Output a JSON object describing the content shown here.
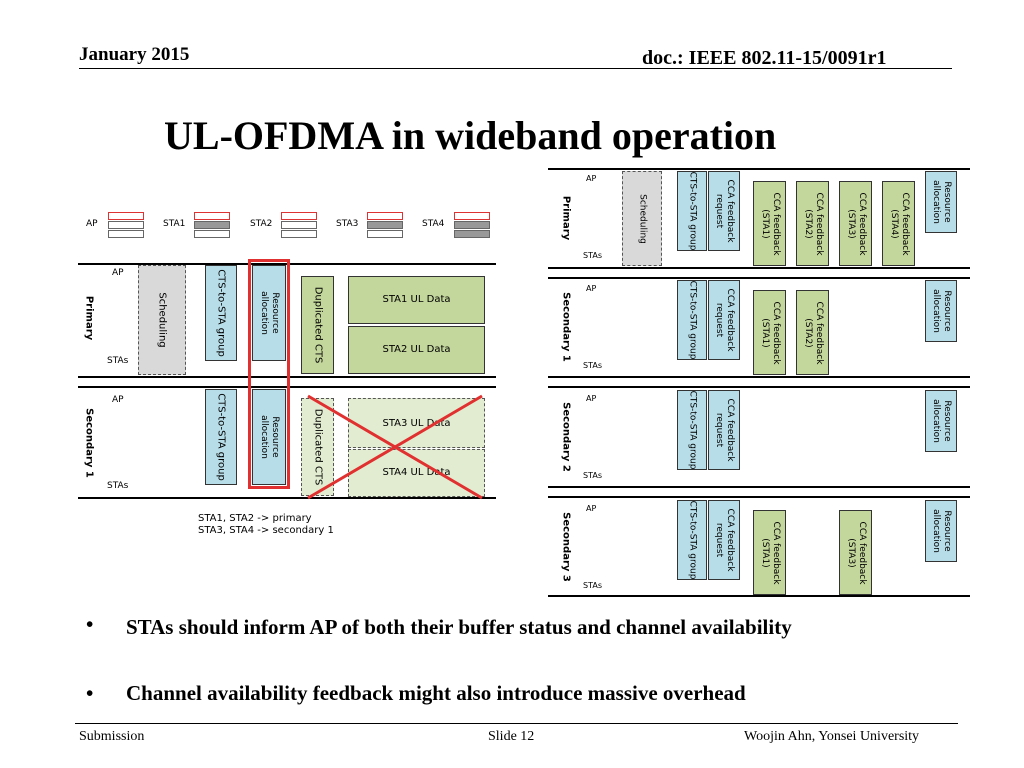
{
  "header": {
    "date": "January 2015",
    "doc": "doc.: IEEE 802.11-15/0091r1"
  },
  "title": "UL-OFDMA in wideband operation",
  "left": {
    "legend": {
      "ap": "AP",
      "sta1": "STA1",
      "sta2": "STA2",
      "sta3": "STA3",
      "sta4": "STA4"
    },
    "primary": {
      "label": "Primary",
      "ap": "AP",
      "stas": "STAs",
      "scheduling": "Scheduling",
      "cts": "CTS-to-STA group",
      "resource": "Resource\nallocation",
      "dup": "Duplicated CTS",
      "data1": "STA1 UL Data",
      "data2": "STA2 UL Data"
    },
    "secondary": {
      "label": "Secondary 1",
      "ap": "AP",
      "stas": "STAs",
      "cts": "CTS-to-STA group",
      "resource": "Resource\nallocation",
      "dup": "Duplicated CTS",
      "data3": "STA3 UL Data",
      "data4": "STA4 UL Data"
    },
    "note1": "STA1, STA2 -> primary",
    "note2": "STA3, STA4 -> secondary 1"
  },
  "right": {
    "rows": [
      {
        "label": "Primary",
        "ap": "AP",
        "stas": "STAs",
        "scheduling": "Scheduling",
        "cts": "CTS-to-STA group",
        "req": "CCA feedback\nrequest",
        "fb": [
          "CCA feedback\n(STA1)",
          "CCA feedback\n(STA2)",
          "CCA feedback\n(STA3)",
          "CCA feedback\n(STA4)"
        ],
        "res": "Resource\nallocation"
      },
      {
        "label": "Secondary 1",
        "ap": "AP",
        "stas": "STAs",
        "cts": "CTS-to-STA group",
        "req": "CCA feedback\nrequest",
        "fb": [
          "CCA feedback\n(STA1)",
          "CCA feedback\n(STA2)"
        ],
        "res": "Resource\nallocation"
      },
      {
        "label": "Secondary 2",
        "ap": "AP",
        "stas": "STAs",
        "cts": "CTS-to-STA group",
        "req": "CCA feedback\nrequest",
        "fb": [],
        "res": "Resource\nallocation"
      },
      {
        "label": "Secondary 3",
        "ap": "AP",
        "stas": "STAs",
        "cts": "CTS-to-STA group",
        "req": "CCA feedback\nrequest",
        "fb": [
          "CCA feedback\n(STA1)",
          "CCA feedback\n(STA3)"
        ],
        "res": "Resource\nallocation"
      }
    ]
  },
  "bullets": [
    "STAs should inform AP of both their buffer status and channel availability",
    "Channel availability feedback might also introduce massive overhead"
  ],
  "footer": {
    "left": "Submission",
    "center": "Slide 12",
    "right": "Woojin Ahn, Yonsei University"
  },
  "colors": {
    "blue": "#b7dde8",
    "green": "#c3d69b",
    "red": "#e03030"
  }
}
